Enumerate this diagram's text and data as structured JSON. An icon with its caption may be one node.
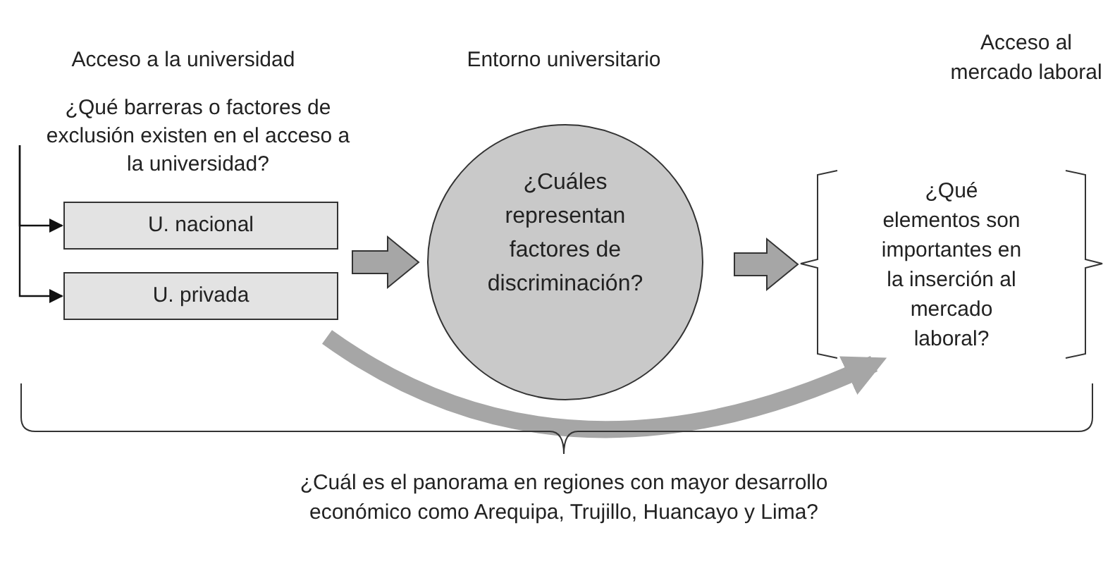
{
  "diagram": {
    "nodes": [
      {
        "text": [
          "¿Qué barreras o factores de exclusión existen en el acceso a la universidad?"
        ]
      },
      {
        "text": [
          "U. nacional"
        ]
      },
      {
        "text": [
          "U. privada"
        ]
      },
      {
        "text": [
          "¿Cuáles representan factores de discriminación?"
        ]
      },
      {
        "text": [
          "¿Qué elementos son importantes en la inserción al mercado laboral?"
        ]
      }
    ],
    "edges": [
      {
        "from": 0,
        "to": 1,
        "arrow": "to"
      },
      {
        "from": 0,
        "to": 2,
        "arrow": "to"
      },
      {
        "from": 1,
        "to": 3,
        "arrow": "to",
        "style": "thick",
        "color": "#a6a6a6"
      },
      {
        "from": 3,
        "to": 4,
        "arrow": "to",
        "style": "thick",
        "color": "#a6a6a6"
      },
      {
        "from": 2,
        "to": 4,
        "arrow": "to",
        "style": "thick",
        "color": "#a6a6a6"
      }
    ],
    "labels": [
      "Acceso a la universidad",
      "Entorno universitario",
      "Acceso al mercado laboral",
      "¿Cuál es el panorama en regiones con mayor desarrollo económico como Arequipa, Trujillo, Huancayo y Lima?"
    ]
  }
}
